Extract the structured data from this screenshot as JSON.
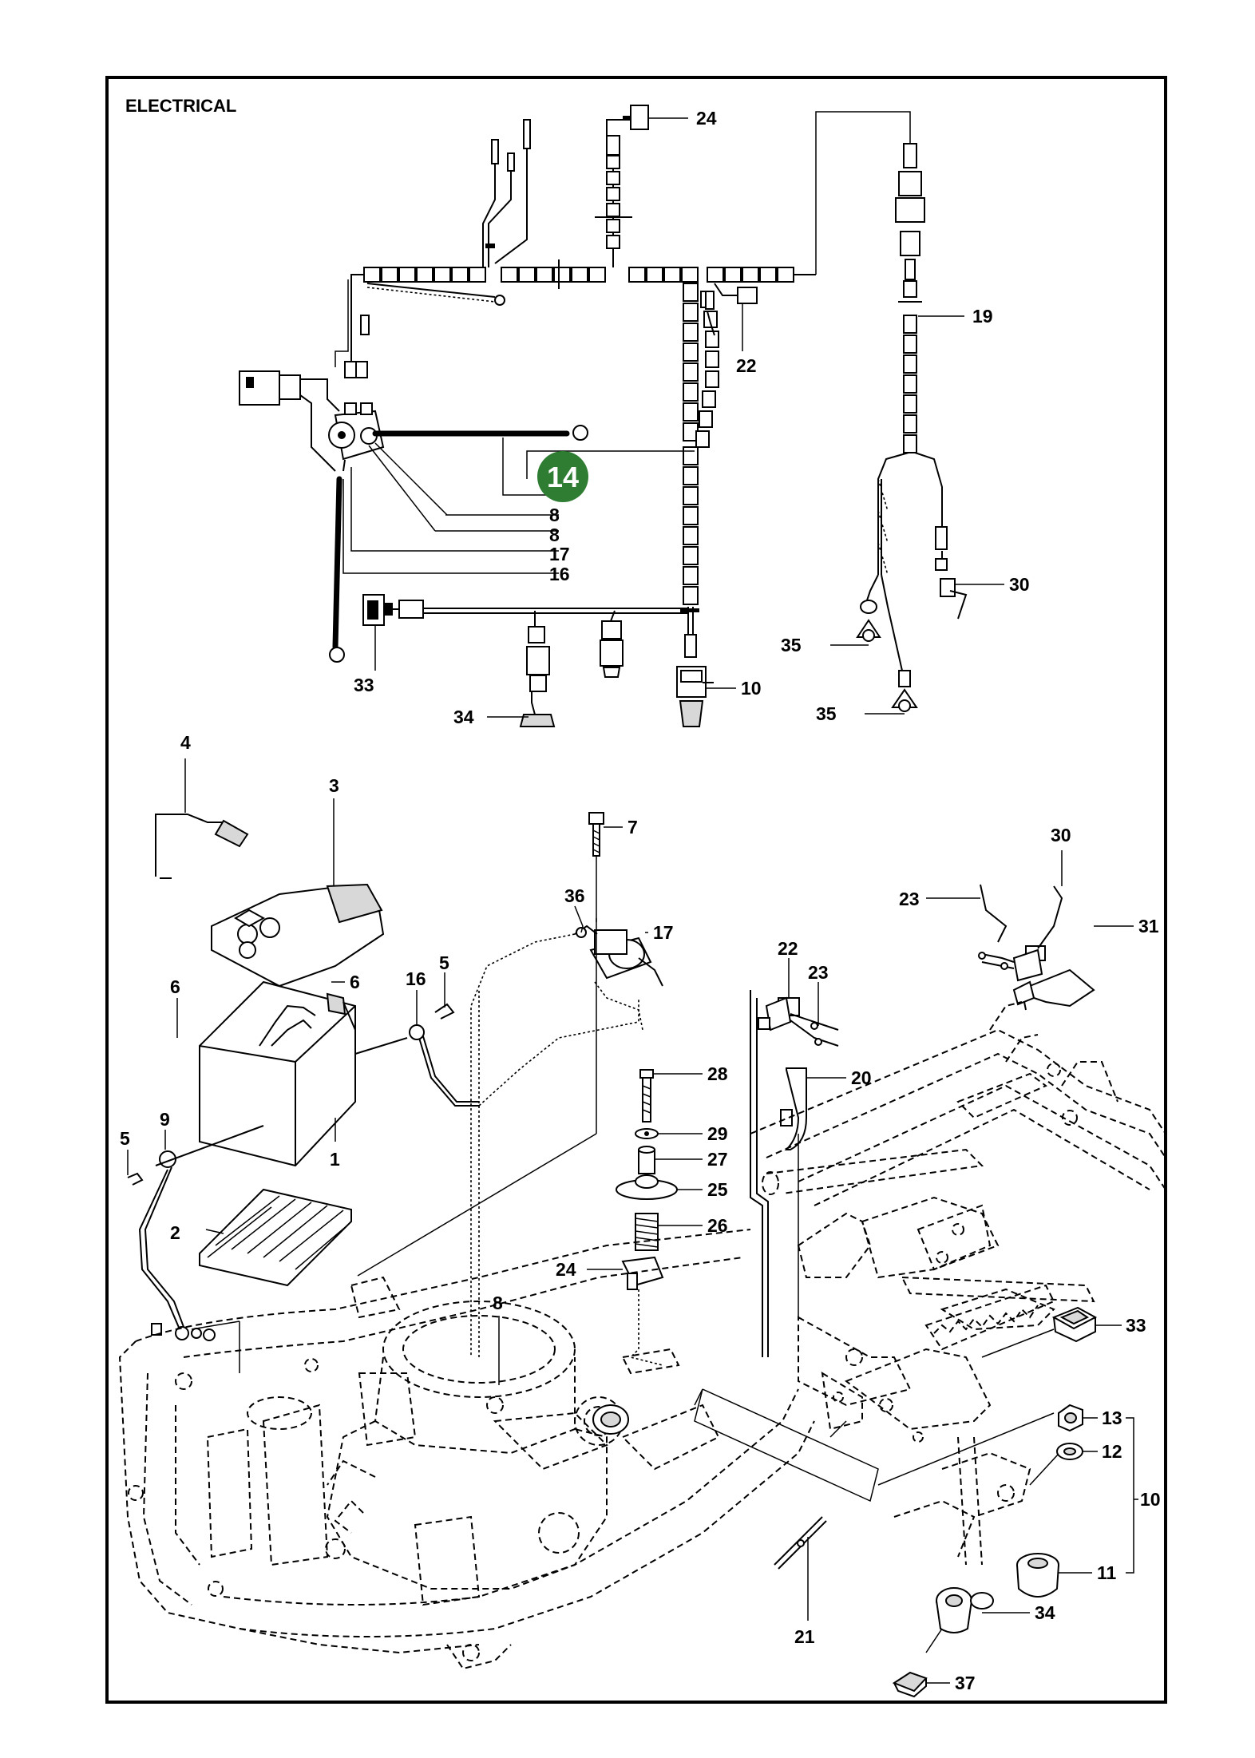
{
  "title": "ELECTRICAL",
  "highlight": {
    "label": "14",
    "color": "#2e7d32"
  },
  "callouts": [
    {
      "id": "c24a",
      "label": "24"
    },
    {
      "id": "c19",
      "label": "19"
    },
    {
      "id": "c22a",
      "label": "22"
    },
    {
      "id": "c14",
      "label": "14"
    },
    {
      "id": "c8a",
      "label": "8"
    },
    {
      "id": "c8b",
      "label": "8"
    },
    {
      "id": "c17a",
      "label": "17"
    },
    {
      "id": "c16a",
      "label": "16"
    },
    {
      "id": "c30a",
      "label": "30"
    },
    {
      "id": "c35a",
      "label": "35"
    },
    {
      "id": "c35b",
      "label": "35"
    },
    {
      "id": "c10a",
      "label": "10"
    },
    {
      "id": "c33a",
      "label": "33"
    },
    {
      "id": "c34a",
      "label": "34"
    },
    {
      "id": "c4",
      "label": "4"
    },
    {
      "id": "c3",
      "label": "3"
    },
    {
      "id": "c7",
      "label": "7"
    },
    {
      "id": "c30b",
      "label": "30"
    },
    {
      "id": "c23a",
      "label": "23"
    },
    {
      "id": "c31",
      "label": "31"
    },
    {
      "id": "c36",
      "label": "36"
    },
    {
      "id": "c17b",
      "label": "17"
    },
    {
      "id": "c22b",
      "label": "22"
    },
    {
      "id": "c23b",
      "label": "23"
    },
    {
      "id": "c6a",
      "label": "6"
    },
    {
      "id": "c6b",
      "label": "6"
    },
    {
      "id": "c16b",
      "label": "16"
    },
    {
      "id": "c5a",
      "label": "5"
    },
    {
      "id": "c20",
      "label": "20"
    },
    {
      "id": "c28",
      "label": "28"
    },
    {
      "id": "c9",
      "label": "9"
    },
    {
      "id": "c5b",
      "label": "5"
    },
    {
      "id": "c1",
      "label": "1"
    },
    {
      "id": "c29",
      "label": "29"
    },
    {
      "id": "c27",
      "label": "27"
    },
    {
      "id": "c25",
      "label": "25"
    },
    {
      "id": "c2",
      "label": "2"
    },
    {
      "id": "c26",
      "label": "26"
    },
    {
      "id": "c24b",
      "label": "24"
    },
    {
      "id": "c8c",
      "label": "8"
    },
    {
      "id": "c33b",
      "label": "33"
    },
    {
      "id": "c13",
      "label": "13"
    },
    {
      "id": "c12",
      "label": "12"
    },
    {
      "id": "c10b",
      "label": "10"
    },
    {
      "id": "c11",
      "label": "11"
    },
    {
      "id": "c34b",
      "label": "34"
    },
    {
      "id": "c21",
      "label": "21"
    },
    {
      "id": "c37",
      "label": "37"
    }
  ]
}
